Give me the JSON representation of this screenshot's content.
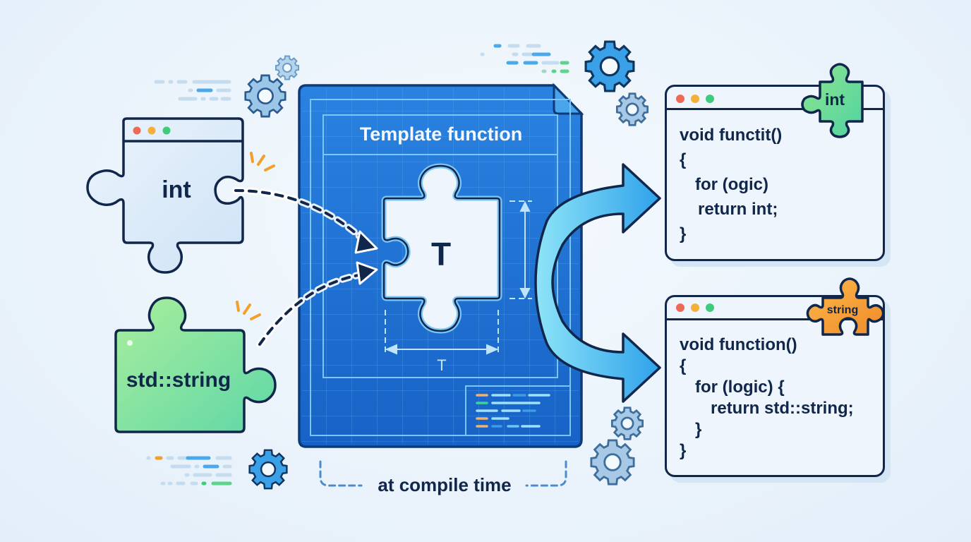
{
  "title": "Template function",
  "placeholder_symbol": "T",
  "dimension_label": "T",
  "footer_caption": "at compile time",
  "input_types": [
    {
      "label": "int",
      "color": "#dcecf9"
    },
    {
      "label": "std::string",
      "color": "#8ee3a0"
    }
  ],
  "outputs": [
    {
      "badge": "int",
      "badge_color": "#6fdc9a",
      "code_lines": [
        "void functit()",
        "{",
        "for (ogic)",
        "return int;",
        "}"
      ],
      "highlight_fragment": "t"
    },
    {
      "badge": "string",
      "badge_color": "#f5a23a",
      "code_lines": [
        "void function()",
        "{",
        "for (logic) {",
        "return std::string;",
        "}",
        "}"
      ]
    }
  ],
  "colors": {
    "blueprint": "#1f74d6",
    "blueprint_dark": "#1560c0",
    "outline": "#10264a",
    "grid": "#5fb1f2",
    "arrow": "#47b8ee",
    "spark": "#f2a02b",
    "window_red": "#ee6a55",
    "window_yellow": "#f5b03c",
    "window_green": "#3ecb7c"
  },
  "icons": [
    "gear-icon",
    "puzzle-piece-icon",
    "dashed-arrow-icon",
    "curved-arrow-icon",
    "window-dots-icon"
  ]
}
